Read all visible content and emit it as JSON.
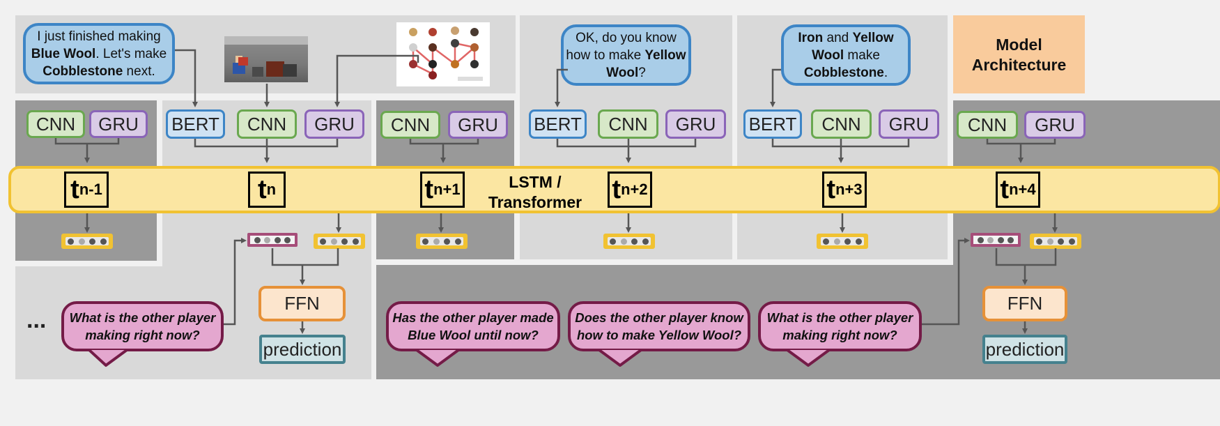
{
  "title": {
    "line1": "Model",
    "line2": "Architecture"
  },
  "utterances": {
    "u1": {
      "l1": "I just finished making",
      "l2a": "Blue Wool",
      "l2b": ". Let's make",
      "l3a": "Cobblestone",
      "l3b": " next."
    },
    "u2": {
      "l1": "OK, do you know",
      "l2": "how to make ",
      "l2b": "Yellow",
      "l3a": "Wool",
      "l3b": "?"
    },
    "u3": {
      "l1a": "Iron",
      "l1b": " and ",
      "l1c": "Yellow",
      "l2": "Wool",
      "l2b": " make",
      "l3a": "Cobblestone",
      "l3b": "."
    }
  },
  "encoders": {
    "cnn": "CNN",
    "gru": "GRU",
    "bert": "BERT"
  },
  "lstm": {
    "line1": "LSTM /",
    "line2": "Transformer"
  },
  "timesteps": [
    {
      "t": "t",
      "sub": "n-1"
    },
    {
      "t": "t",
      "sub": "n"
    },
    {
      "t": "t",
      "sub": "n+1"
    },
    {
      "t": "t",
      "sub": "n+2"
    },
    {
      "t": "t",
      "sub": "n+3"
    },
    {
      "t": "t",
      "sub": "n+4"
    }
  ],
  "heads": {
    "ffn": "FFN",
    "prediction": "prediction"
  },
  "questions": {
    "q1": {
      "l1": "What is the other player",
      "l2": "making right now?"
    },
    "q2": {
      "l1": "Has the other player made",
      "l2": "Blue Wool until now?"
    },
    "q3": {
      "l1": "Does the other player know",
      "l2": "how to make Yellow Wool?"
    },
    "q4": {
      "l1": "What is the other player",
      "l2": "making right now?"
    }
  },
  "ellipsis": "...",
  "colors": {
    "cnn": "#6aa84f",
    "gru": "#8a64b8",
    "bert": "#3d85c6",
    "lstm": "#f1c232",
    "question": "#741b47",
    "ffn": "#e69138",
    "prediction": "#45818e",
    "title_bg": "#f9cb9c"
  }
}
